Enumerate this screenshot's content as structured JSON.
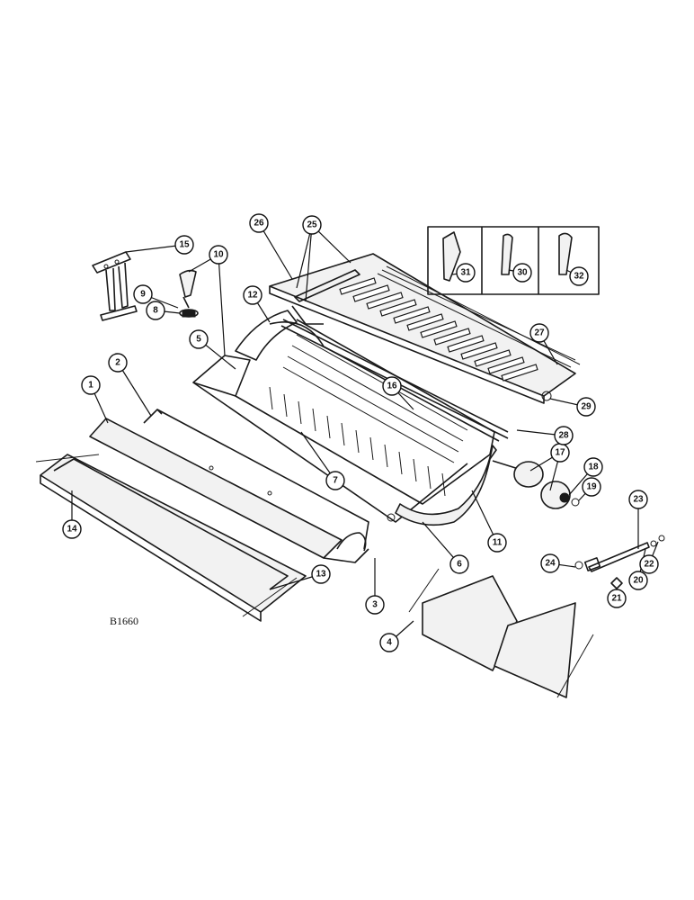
{
  "figure": {
    "reference_code": "B1660",
    "callouts": [
      "1",
      "2",
      "3",
      "4",
      "5",
      "6",
      "7",
      "8",
      "9",
      "10",
      "11",
      "12",
      "13",
      "14",
      "15",
      "16",
      "17",
      "18",
      "19",
      "20",
      "21",
      "22",
      "23",
      "24",
      "25",
      "26",
      "27",
      "28",
      "29",
      "30",
      "31",
      "32"
    ]
  }
}
